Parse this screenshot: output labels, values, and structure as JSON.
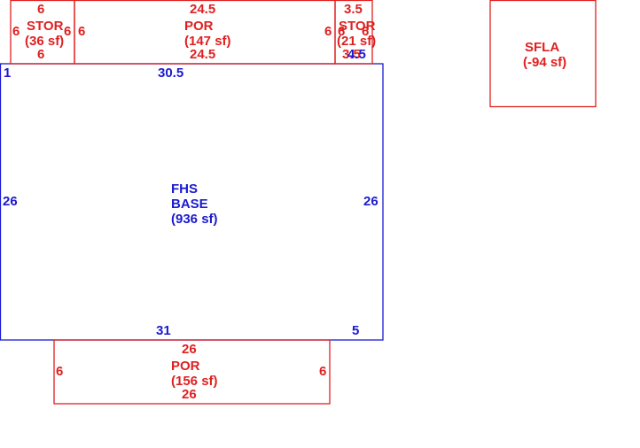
{
  "colors": {
    "base": "#1a1ad0",
    "addition": "#e02020",
    "background": "#ffffff"
  },
  "areas": {
    "base": {
      "code": "FHS",
      "name": "BASE",
      "area": "(936 sf)"
    },
    "stor_left": {
      "name": "STOR",
      "area": "(36 sf)"
    },
    "por_top": {
      "name": "POR",
      "area": "(147 sf)"
    },
    "stor_right": {
      "name": "STOR",
      "area": "(21 sf)"
    },
    "por_bottom": {
      "name": "POR",
      "area": "(156 sf)"
    },
    "sfla": {
      "name": "SFLA",
      "area": "(-94 sf)"
    }
  },
  "dimensions": {
    "base": {
      "top_left": "1",
      "top": "30.5",
      "left": "26",
      "right": "26",
      "bottom": "31",
      "bottom_right": "5",
      "top_right": "4.5"
    },
    "stor_left": {
      "top": "6",
      "bottom": "6",
      "left": "6",
      "right": "6"
    },
    "por_top": {
      "top": "24.5",
      "bottom": "24.5",
      "left": "6",
      "right": "6"
    },
    "stor_right": {
      "top": "3.5",
      "bottom": "3.5",
      "left": "6",
      "right": "6"
    },
    "por_bottom": {
      "top": "26",
      "bottom": "26",
      "left": "6",
      "right": "6"
    }
  }
}
